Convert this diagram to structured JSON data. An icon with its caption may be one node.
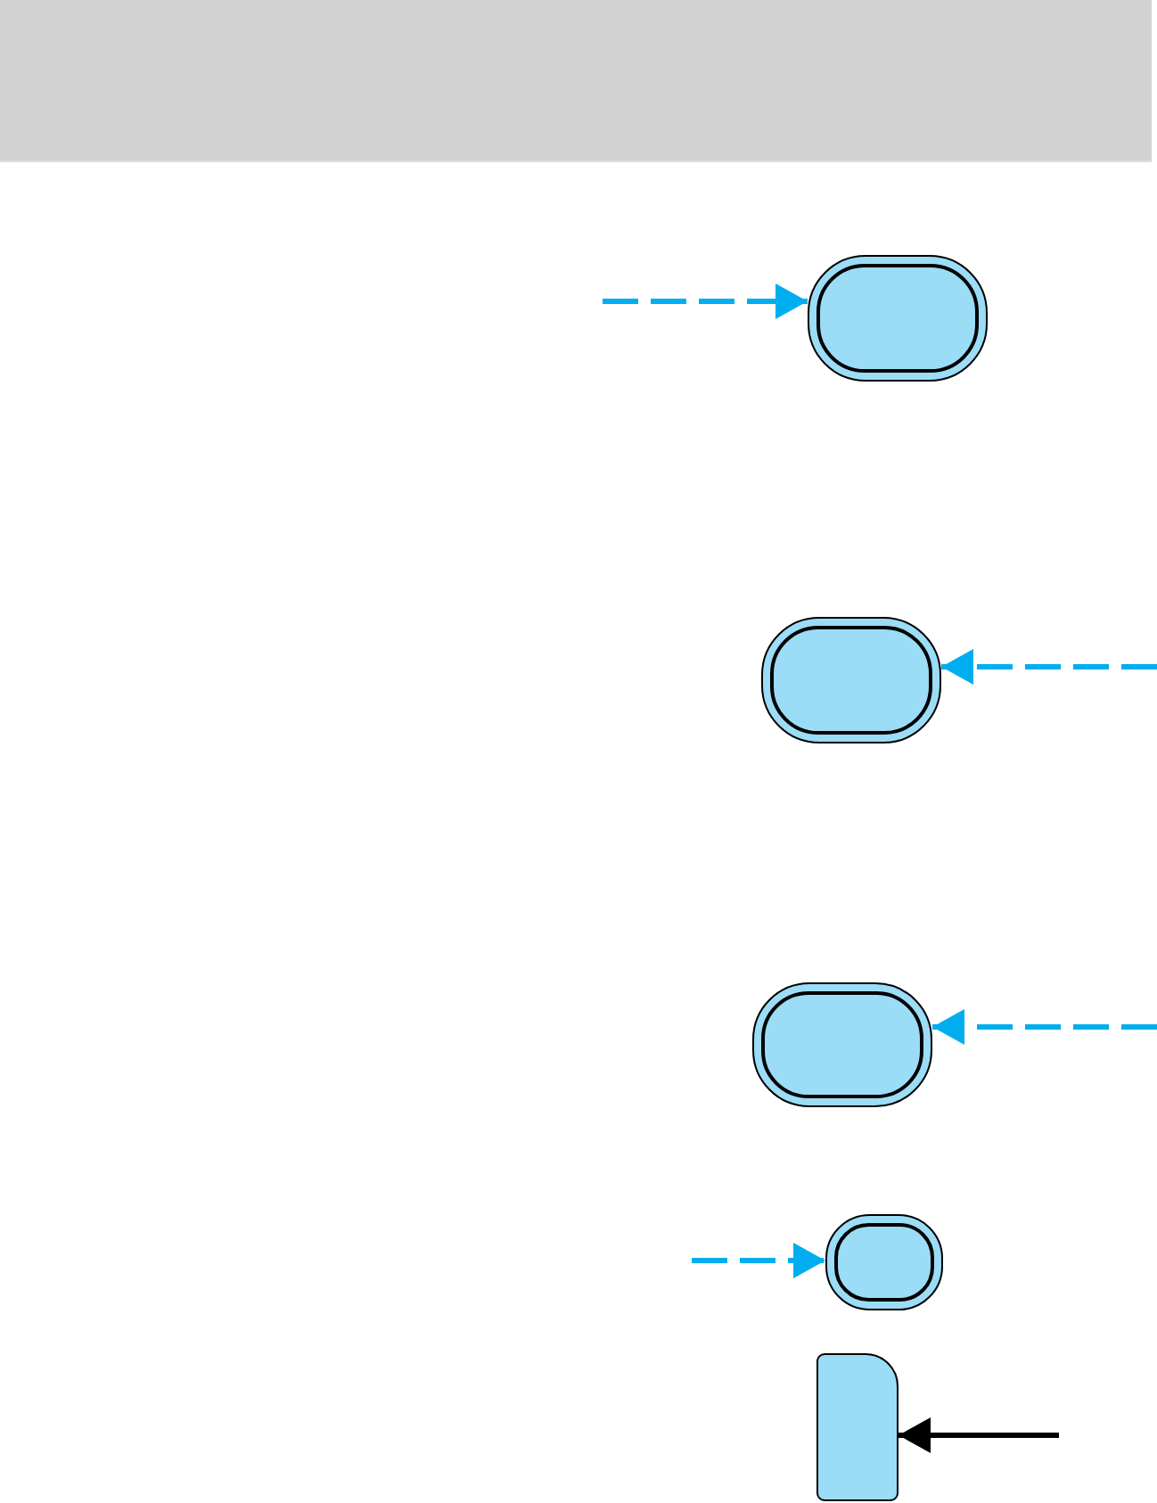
{
  "diagram": {
    "nodes": [
      {
        "text": [],
        "shape": "button"
      },
      {
        "text": [],
        "shape": "button"
      },
      {
        "text": [],
        "shape": "button"
      },
      {
        "text": [],
        "shape": "button"
      },
      {
        "text": [],
        "shape": "tab"
      }
    ],
    "edges": [
      {
        "from": null,
        "to": 0,
        "arrow": "to",
        "style": "dashed",
        "color": "#00aeef"
      },
      {
        "from": null,
        "to": 1,
        "arrow": "to",
        "style": "dashed",
        "color": "#00aeef"
      },
      {
        "from": null,
        "to": 2,
        "arrow": "to",
        "style": "dashed",
        "color": "#00aeef"
      },
      {
        "from": null,
        "to": 3,
        "arrow": "to",
        "style": "dashed",
        "color": "#00aeef"
      },
      {
        "from": null,
        "to": 4,
        "arrow": "to",
        "color": "#000000"
      }
    ]
  }
}
